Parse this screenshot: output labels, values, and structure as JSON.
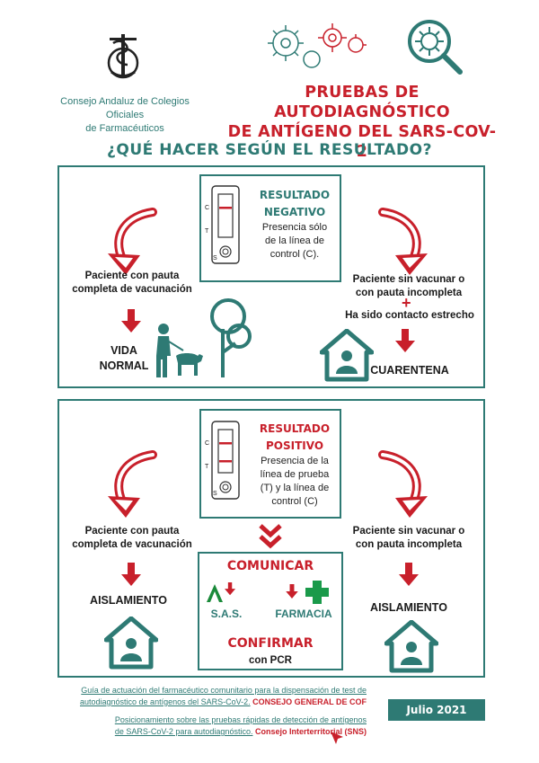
{
  "org": {
    "line1": "Consejo Andaluz de Colegios Oficiales",
    "line2": "de Farmacéuticos"
  },
  "header": {
    "title_line1": "PRUEBAS DE AUTODIAGNÓSTICO",
    "title_line2": "DE ANTÍGENO DEL SARS-COV-2"
  },
  "question": "¿QUÉ HACER SEGÚN EL RESULTADO?",
  "negative": {
    "title_line1": "RESULTADO",
    "title_line2": "NEGATIVO",
    "desc": [
      "Presencia sólo",
      "de la línea de",
      "control (C)."
    ],
    "left_label": [
      "Paciente con pauta",
      "completa de vacunación"
    ],
    "left_outcome": [
      "VIDA",
      "NORMAL"
    ],
    "right_label": [
      "Paciente sin vacunar o",
      "con pauta incompleta"
    ],
    "plus": "+",
    "right_extra": "Ha sido contacto estrecho",
    "right_outcome": "CUARENTENA",
    "test_letters": [
      "C",
      "T",
      "S"
    ]
  },
  "positive": {
    "title_line1": "RESULTADO",
    "title_line2": "POSITIVO",
    "desc": [
      "Presencia de la",
      "línea de prueba",
      "(T) y la línea de",
      "control (C)"
    ],
    "left_label": [
      "Paciente con pauta",
      "completa de vacunación"
    ],
    "left_outcome": "AISLAMIENTO",
    "right_label": [
      "Paciente sin vacunar o",
      "con pauta incompleta"
    ],
    "right_outcome": "AISLAMIENTO",
    "test_letters": [
      "C",
      "T",
      "S"
    ],
    "comunicar": "COMUNICAR",
    "sas": "S.A.S.",
    "farmacia": "FARMACIA",
    "confirmar": "CONFIRMAR",
    "con_pcr": "con PCR"
  },
  "footer": {
    "link1_a": "Guía de actuación del farmacéutico comunitario para la dispensación de test de",
    "link1_b": "autodiagnóstico de antígenos del SARS-CoV-2.",
    "link1_org": "CONSEJO GENERAL DE COF",
    "link2_a": "Posicionamiento sobre las pruebas rápidas de detección de antígenos",
    "link2_b": "de SARS-CoV-2 para autodiagnóstico.",
    "link2_org": "Consejo Interterritorial (SNS)",
    "date": "Julio 2021"
  },
  "icons": {
    "logo": "pharmacy-caduceus-icon",
    "virus": "virus-cluster-icon",
    "magnifier": "virus-magnifier-icon",
    "arrow_curve": "curved-arrow-icon",
    "arrow_down": "down-arrow-icon",
    "walker": "person-walking-dog-icon",
    "tree": "tree-icon",
    "home": "house-person-icon",
    "chevrons": "double-chevron-down-icon",
    "andalucia": "andalucia-logo-icon",
    "cross": "pharmacy-cross-icon",
    "cursor": "click-cursor-icon"
  },
  "colors": {
    "teal": "#2e7a74",
    "red": "#c8202b",
    "date_bg": "#2e7a74"
  }
}
